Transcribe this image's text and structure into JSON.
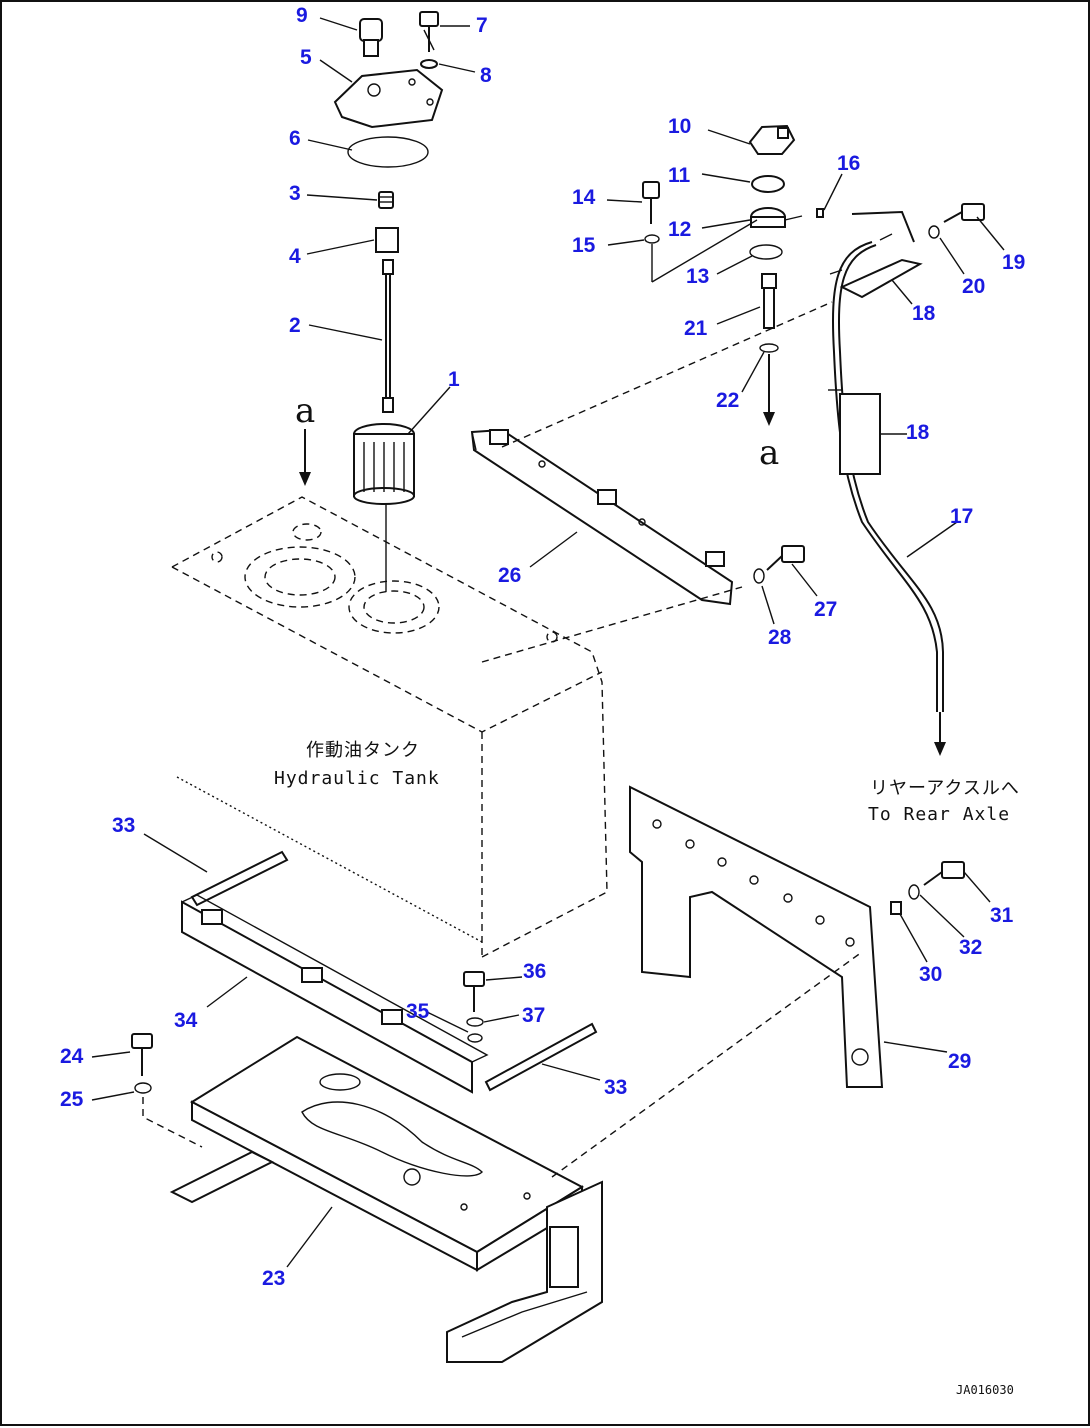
{
  "callouts": [
    {
      "id": "p1",
      "text": "1"
    },
    {
      "id": "p2",
      "text": "2"
    },
    {
      "id": "p3",
      "text": "3"
    },
    {
      "id": "p4",
      "text": "4"
    },
    {
      "id": "p5",
      "text": "5"
    },
    {
      "id": "p6",
      "text": "6"
    },
    {
      "id": "p7",
      "text": "7"
    },
    {
      "id": "p8",
      "text": "8"
    },
    {
      "id": "p9",
      "text": "9"
    },
    {
      "id": "p10",
      "text": "10"
    },
    {
      "id": "p11",
      "text": "11"
    },
    {
      "id": "p12",
      "text": "12"
    },
    {
      "id": "p13",
      "text": "13"
    },
    {
      "id": "p14",
      "text": "14"
    },
    {
      "id": "p15",
      "text": "15"
    },
    {
      "id": "p16",
      "text": "16"
    },
    {
      "id": "p17",
      "text": "17"
    },
    {
      "id": "p18a",
      "text": "18"
    },
    {
      "id": "p18b",
      "text": "18"
    },
    {
      "id": "p19",
      "text": "19"
    },
    {
      "id": "p20",
      "text": "20"
    },
    {
      "id": "p21",
      "text": "21"
    },
    {
      "id": "p22",
      "text": "22"
    },
    {
      "id": "p23",
      "text": "23"
    },
    {
      "id": "p24",
      "text": "24"
    },
    {
      "id": "p25",
      "text": "25"
    },
    {
      "id": "p26",
      "text": "26"
    },
    {
      "id": "p27",
      "text": "27"
    },
    {
      "id": "p28",
      "text": "28"
    },
    {
      "id": "p29",
      "text": "29"
    },
    {
      "id": "p30",
      "text": "30"
    },
    {
      "id": "p31",
      "text": "31"
    },
    {
      "id": "p32",
      "text": "32"
    },
    {
      "id": "p33a",
      "text": "33"
    },
    {
      "id": "p33b",
      "text": "33"
    },
    {
      "id": "p34",
      "text": "34"
    },
    {
      "id": "p35",
      "text": "35"
    },
    {
      "id": "p36",
      "text": "36"
    },
    {
      "id": "p37",
      "text": "37"
    }
  ],
  "labels": {
    "tank_jp": "作動油タンク",
    "tank_en": "Hydraulic Tank",
    "rear_jp": "リヤーアクスルへ",
    "rear_en": "To Rear Axle",
    "view_a_left": "a",
    "view_a_right": "a",
    "drawing_code": "JA016030"
  }
}
